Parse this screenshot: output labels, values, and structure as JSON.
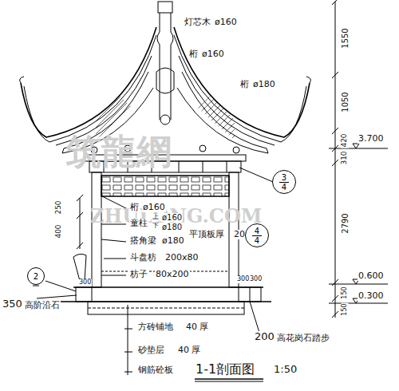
{
  "diagram": {
    "nodes": [
      {
        "text": [
          "3",
          "4"
        ]
      },
      {
        "text": [
          "4",
          "4"
        ]
      },
      {
        "text": [
          "2"
        ]
      }
    ],
    "edges": [],
    "labels": [
      "灯芯木",
      "ø160",
      "桁",
      "ø160",
      "桁",
      "ø180",
      "1550",
      "1050",
      "420",
      "310",
      "3.700",
      "筑龍網",
      "桁",
      "ø160",
      "童柱",
      "上",
      "下",
      "ø160",
      "ø180",
      "ZHULONG.COM",
      "平顶板厚",
      "20",
      "搭角梁",
      "ø180",
      "斗盘枋",
      "200x80",
      "枋子",
      "80x200",
      "250",
      "400",
      "2790",
      "300",
      "300",
      "300",
      "0.600",
      "0.300",
      "150",
      "150",
      "350",
      "高阶沿石",
      "200",
      "高花岗石踏步",
      "方砖铺地",
      "40 厚",
      "砂垫层",
      "40 厚",
      "钢筋砼板",
      "1-1剖面图",
      "1:50"
    ]
  }
}
